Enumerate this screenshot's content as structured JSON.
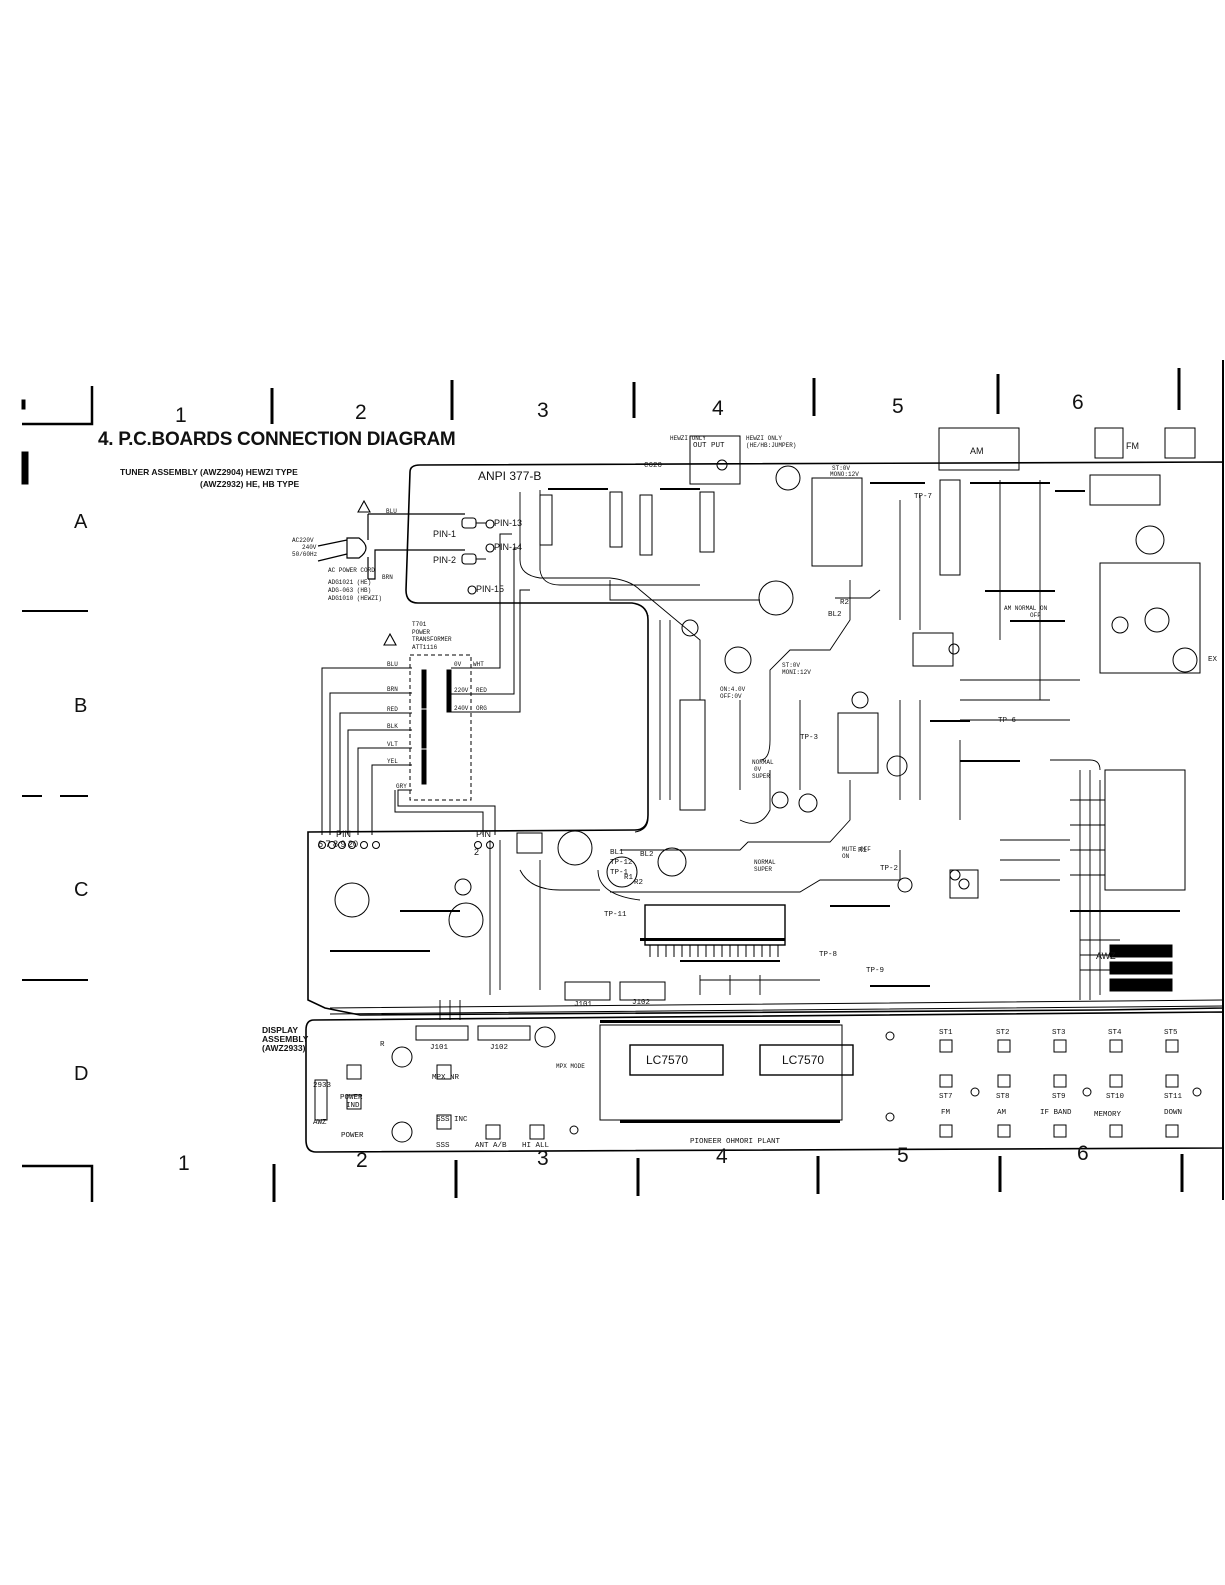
{
  "title": "4. P.C.BOARDS CONNECTION DIAGRAM",
  "columns_top": [
    "1",
    "2",
    "3",
    "4",
    "5",
    "6"
  ],
  "columns_bottom": [
    "1",
    "2",
    "3",
    "4",
    "5",
    "6"
  ],
  "rows": [
    "A",
    "B",
    "C",
    "D"
  ],
  "tuner_assembly": {
    "line1": "TUNER ASSEMBLY (AWZ2904) HEWZI TYPE",
    "line2": "(AWZ2932) HE, HB TYPE"
  },
  "power": {
    "ac_voltage": "AC220V",
    "ac_voltage2": "240V",
    "ac_freq": "50/60Hz",
    "cord_label": "AC POWER CORD",
    "cord_models": [
      "ADG1021 (HE)",
      "ADG-063 (HB)",
      "ADG1010 (HEWZI)"
    ],
    "wire_blu": "BLU",
    "wire_brn": "BRN",
    "pin1": "PIN-1",
    "pin2": "PIN-2"
  },
  "transformer": {
    "ref": "T701",
    "line1": "POWER",
    "line2": "TRANSFORMER",
    "part": "ATT1116",
    "primary_wires": [
      "BLU",
      "BRN",
      "RED",
      "BLK",
      "VLT",
      "YEL",
      "GRY"
    ],
    "secondary_wires": [
      "WHT",
      "RED",
      "ORG"
    ],
    "taps": [
      "0V",
      "220V",
      "240V"
    ]
  },
  "board": {
    "id": "ANPI 377-B",
    "c620": "C620",
    "output": "OUT PUT",
    "hewzi_only": "HEWZI ONLY",
    "hewzi_only_jumper": "HEWZI ONLY",
    "jumper_note": "(HE/HB:JUMPER)",
    "am_label": "AM",
    "fm_label": "FM",
    "pins": [
      "PIN-13",
      "PIN-14",
      "PIN-15"
    ],
    "pin_block_left": "PIN",
    "pin_numbers_left": "6 7 8 9 20",
    "pin_block_right": "PIN",
    "pin_numbers_right": "2",
    "testpoints": [
      "TP-1",
      "TP-2",
      "TP-3",
      "TP-6",
      "TP-7",
      "TP-8",
      "TP-9",
      "TP-11",
      "TP-12"
    ],
    "bl_labels": [
      "BL1",
      "BL2",
      "BL2"
    ],
    "r_labels": [
      "R1",
      "R2",
      "R1",
      "R2"
    ],
    "st_mono1": "ST:0V",
    "st_mono2": "MONO:12V",
    "st_mono3": "ST:0V",
    "st_mono4": "MONI:12V",
    "on_off": "ON:4.0V",
    "on_off2": "OFF:0V",
    "normal": "NORMAL",
    "zero_v": "0V",
    "super": "SUPER",
    "mute_on": "MUTE OFF",
    "mute_on2": "ON",
    "am_normal": "AM NORMAL ON",
    "am_normal2": "OFF",
    "normal_super": "NORMAL",
    "normal_super2": "SUPER",
    "ex": "EX",
    "awz": "AWZ",
    "j101": "J101",
    "j102": "J102"
  },
  "display": {
    "label1": "DISPLAY",
    "label2": "ASSEMBLY",
    "label3": "(AWZ2933)",
    "awz_vert": "AWZ",
    "awz_box": "2933",
    "ic1": "LC7570",
    "ic2": "LC7570",
    "j101": "J101",
    "j102": "J102",
    "r": "R",
    "power_ind": "POWER",
    "power_ind2": "IND",
    "power": "POWER",
    "mpx_nr": "MPX NR",
    "mpx_mode": "MPX MODE",
    "sss_inc": "SSS INC",
    "sss": "SSS",
    "ant_ab": "ANT A/B",
    "hi_all": "HI ALL",
    "buttons_top": [
      "ST1",
      "ST2",
      "ST3",
      "ST4",
      "ST5"
    ],
    "buttons_mid": [
      "ST7",
      "ST8",
      "ST9",
      "ST10",
      "ST11"
    ],
    "buttons_bot": [
      "FM",
      "AM",
      "IF BAND",
      "MEMORY",
      "DOWN"
    ],
    "plant": "PIONEER OHMORI PLANT"
  }
}
